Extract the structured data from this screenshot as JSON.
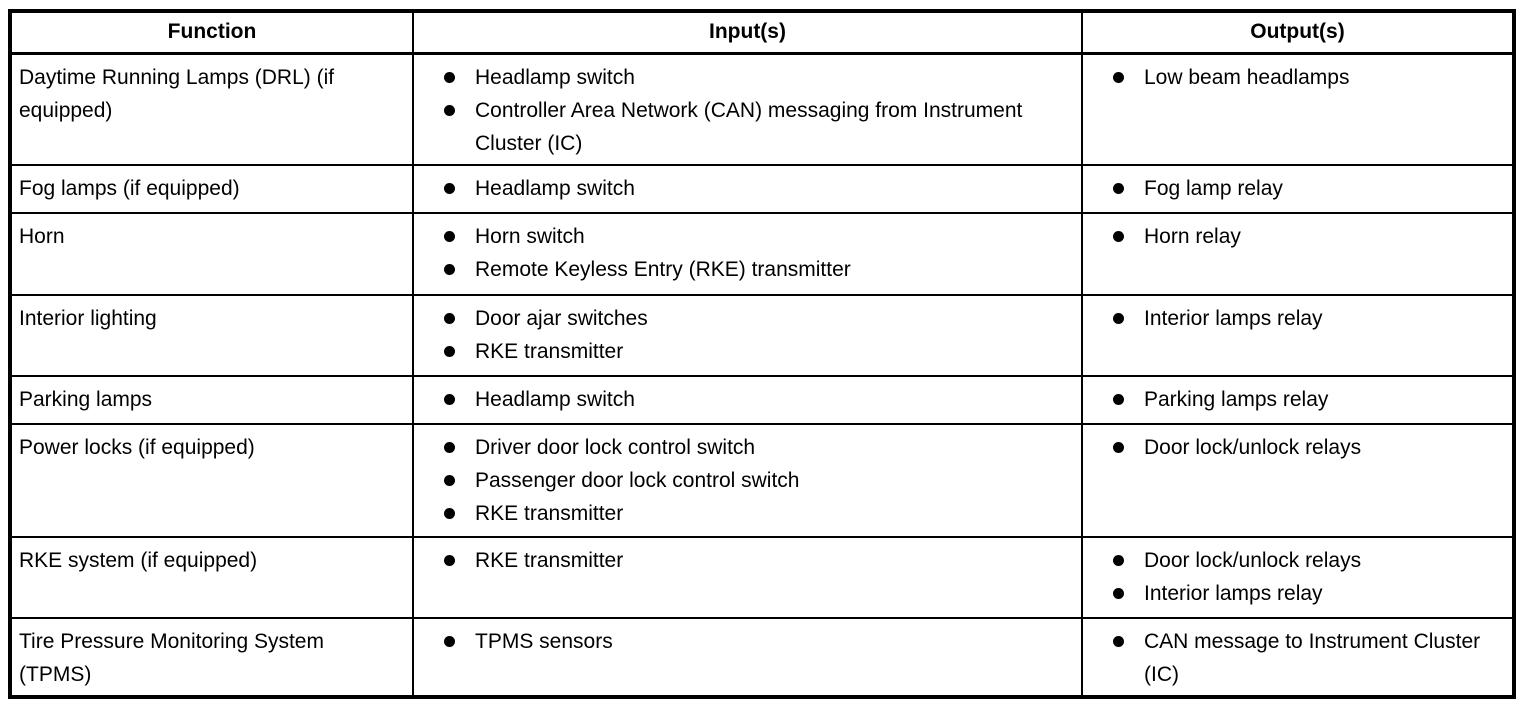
{
  "page": {
    "background_color": "#ffffff",
    "border_color": "#000000",
    "text_color": "#000000",
    "bullet_icon": "filled-circle"
  },
  "table": {
    "headers": [
      "Function",
      "Input(s)",
      "Output(s)"
    ],
    "rows": [
      {
        "function": "Daytime Running Lamps (DRL) (if equipped)",
        "inputs": [
          "Headlamp switch",
          "Controller Area Network (CAN) messaging from Instrument Cluster (IC)"
        ],
        "outputs": [
          "Low beam headlamps"
        ]
      },
      {
        "function": "Fog lamps (if equipped)",
        "inputs": [
          "Headlamp switch"
        ],
        "outputs": [
          "Fog lamp relay"
        ]
      },
      {
        "function": "Horn",
        "inputs": [
          "Horn switch",
          "Remote Keyless Entry (RKE) transmitter"
        ],
        "outputs": [
          "Horn relay"
        ]
      },
      {
        "function": "Interior lighting",
        "inputs": [
          "Door ajar switches",
          "RKE transmitter"
        ],
        "outputs": [
          "Interior lamps relay"
        ]
      },
      {
        "function": "Parking lamps",
        "inputs": [
          "Headlamp switch"
        ],
        "outputs": [
          "Parking lamps relay"
        ]
      },
      {
        "function": "Power locks (if equipped)",
        "inputs": [
          "Driver door lock control switch",
          "Passenger door lock control switch",
          "RKE transmitter"
        ],
        "outputs": [
          "Door lock/unlock relays"
        ]
      },
      {
        "function": "RKE system (if equipped)",
        "inputs": [
          "RKE transmitter"
        ],
        "outputs": [
          "Door lock/unlock relays",
          "Interior lamps relay"
        ]
      },
      {
        "function": "Tire Pressure Monitoring System (TPMS)",
        "inputs": [
          "TPMS sensors"
        ],
        "outputs": [
          "CAN message to Instrument Cluster (IC)"
        ]
      }
    ]
  }
}
